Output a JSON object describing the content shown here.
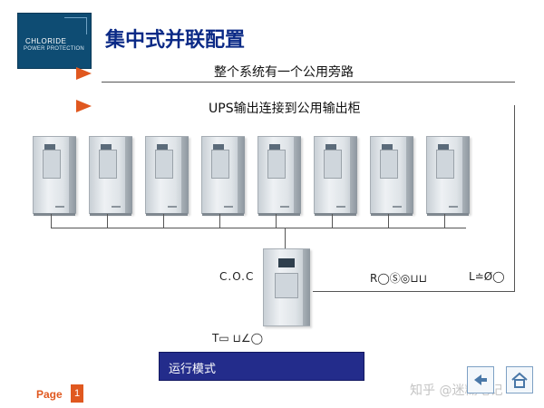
{
  "header": {
    "logo": {
      "line1": "CHLORIDE",
      "line2": "POWER PROTECTION"
    },
    "title": "集中式并联配置"
  },
  "bullets": [
    "整个系统有一个公用旁路",
    "UPS输出连接到公用输出柜"
  ],
  "diagram": {
    "ups_count": 8,
    "coc_label": "C.O.C",
    "symbols": {
      "r_group": "R◯Ⓢ◎⊔⊔",
      "l_group": "L≐Ø◯",
      "t_group": "T▭ ⊔∠◯"
    }
  },
  "mode_bar": {
    "text": "运行模式"
  },
  "footer": {
    "page_label": "Page",
    "page_number": "1",
    "watermark": "知乎 @迷糊笔记"
  },
  "colors": {
    "accent": "#e0581f",
    "title": "#0b2a86",
    "mode_bar": "#232c8b",
    "logo_bg": "#0e4c73"
  },
  "icons": {
    "nav_back": "back-arrow-icon",
    "nav_home": "home-icon"
  }
}
